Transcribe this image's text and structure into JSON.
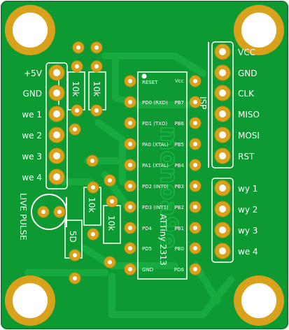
{
  "colors": {
    "board": "#0e9a33",
    "board_edge": "#0b7f2a",
    "trace": "#14a83d",
    "pad": "#d9a21c",
    "pad_ring": "#c18d10",
    "hole": "#ffffff",
    "silk": "#ffffff"
  },
  "left_labels": [
    "+5V",
    "GND",
    "we 1",
    "we 2",
    "we 3",
    "we 4"
  ],
  "right_isp": {
    "group_label": "ISP",
    "labels": [
      "VCC",
      "GND",
      "CLK",
      "MISO",
      "MOSI",
      "RST"
    ]
  },
  "right_io_labels": [
    "wy 1",
    "wy 2",
    "wy 3",
    "we 4"
  ],
  "live_label": "LIVE PULSE",
  "resistors": [
    "10k",
    "10k",
    "10k",
    "10k"
  ],
  "diode_label": "5D",
  "chip": {
    "name": "ATTiny 2313",
    "reset_label": "RESET",
    "vcc_label": "Vcc",
    "left_pins": [
      "PD0 (RXD)",
      "PD1 (TXD)",
      "PA0 (XTAL)",
      "PA1 (XTAL)",
      "PD2 (INT0)",
      "PD3 (INT1)",
      "PD4",
      "PD5",
      "GND"
    ],
    "right_pins": [
      "PB7",
      "PB6",
      "PB5",
      "PB4",
      "PB3",
      "PB2",
      "PB1",
      "PB0",
      "PD6"
    ]
  },
  "ghost_text": "monoa9e"
}
